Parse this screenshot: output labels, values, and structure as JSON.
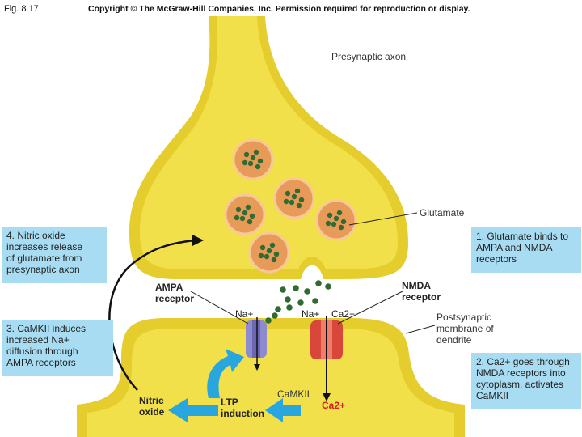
{
  "header": {
    "fig_label": "Fig. 8.17",
    "copyright": "Copyright © The McGraw-Hill Companies, Inc. Permission required for reproduction or display."
  },
  "labels": {
    "presynaptic": "Presynaptic axon",
    "glutamate": "Glutamate",
    "ampa": "AMPA\nreceptor",
    "nmda": "NMDA\nreceptor",
    "postsynaptic": "Postsynaptic\nmembrane of\ndendrite",
    "na_ampa": "Na+",
    "na_nmda": "Na+",
    "ca_nmda": "Ca2+",
    "camkii": "CaMKII",
    "ca_inside": "Ca2+",
    "ltp": "LTP\ninduction",
    "nitric": "Nitric\noxide"
  },
  "steps": [
    {
      "text": "1. Glutamate binds to\n    AMPA and NMDA\n    receptors"
    },
    {
      "text": "2. Ca2+ goes through\n    NMDA receptors into\n    cytoplasm, activates\n    CaMKII"
    },
    {
      "text": "3. CaMKII induces\n    increased Na+\n    diffusion through\n    AMPA receptors"
    },
    {
      "text": "4. Nitric oxide\n    increases release\n    of glutamate from\n    presynaptic axon"
    }
  ],
  "colors": {
    "membrane": "#e5cd2d",
    "cytoplasm": "#f2e04a",
    "vesicle": "#e89a58",
    "glutamate": "#2f6b33",
    "ampa_channel": "#8e8ad0",
    "nmda_channel": "#d9473a",
    "arrow_blue": "#29a6dd",
    "box": "#a8dcf2"
  }
}
